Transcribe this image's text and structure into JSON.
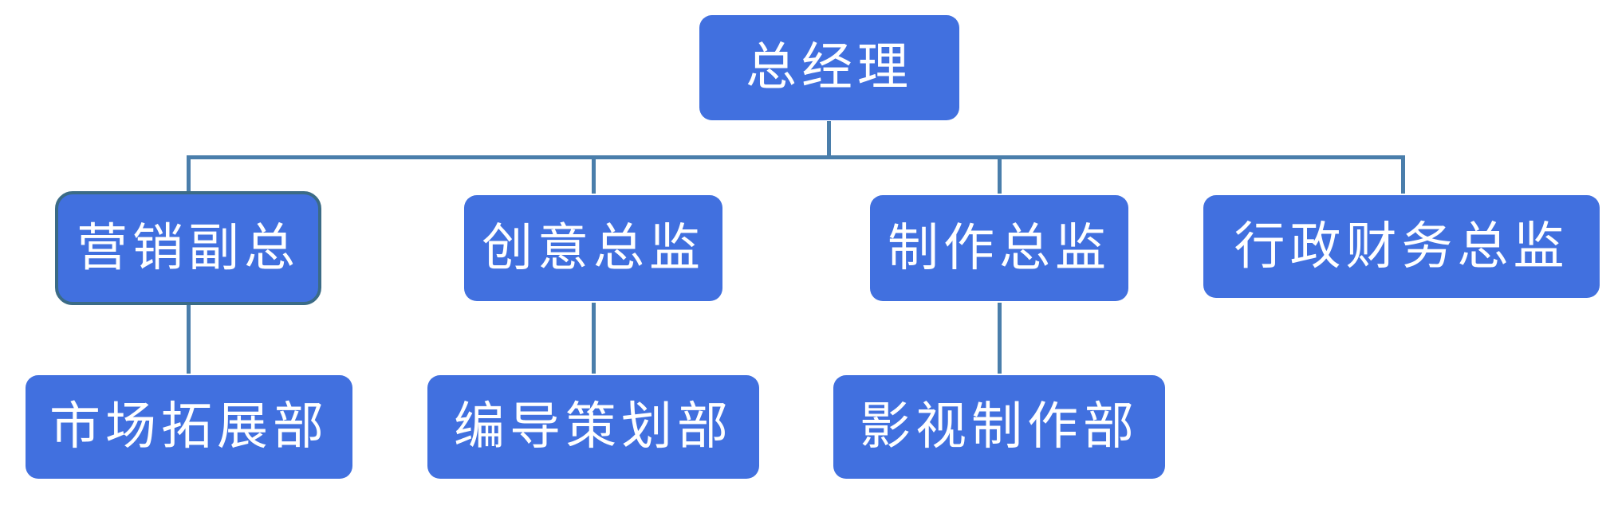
{
  "org_chart": {
    "root": {
      "label": "总经理"
    },
    "directors": [
      {
        "label": "营销副总",
        "department": "市场拓展部"
      },
      {
        "label": "创意总监",
        "department": "编导策划部"
      },
      {
        "label": "制作总监",
        "department": "影视制作部"
      },
      {
        "label": "行政财务总监",
        "department": null
      }
    ]
  },
  "colors": {
    "node_fill": "#4170df",
    "node_text": "#ffffff",
    "connector": "#4a7eab",
    "selected_border": "#3b6b86"
  }
}
